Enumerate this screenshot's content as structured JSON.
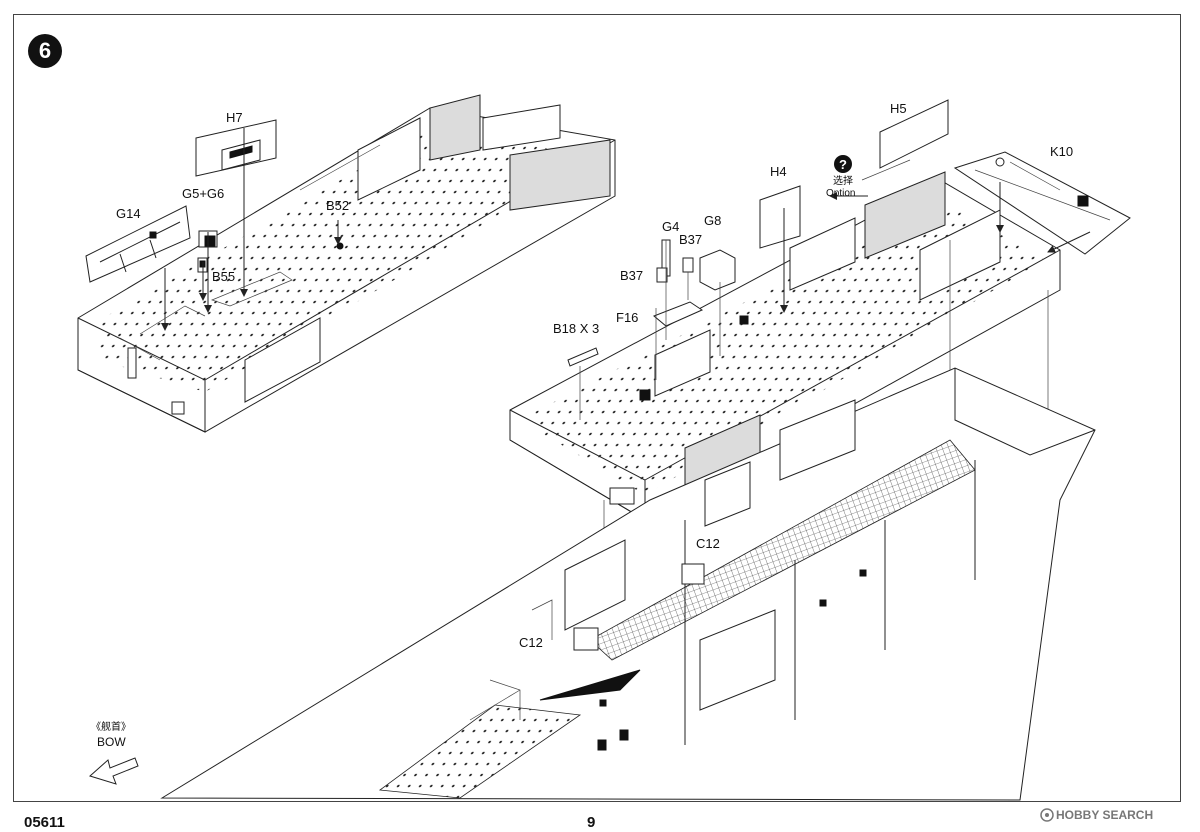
{
  "step_number": "6",
  "parts": {
    "h7": "H7",
    "g5_g6": "G5+G6",
    "g14": "G14",
    "b52": "B52",
    "b55": "B55",
    "h5": "H5",
    "k10": "K10",
    "h4": "H4",
    "g4": "G4",
    "g8": "G8",
    "b37_top": "B37",
    "b37_left": "B37",
    "f16": "F16",
    "b18": "B18 X 3",
    "c12_upper": "C12",
    "c12_lower": "C12"
  },
  "option": {
    "icon": "question-circle-icon",
    "label_cn": "选择",
    "label_en": "Option"
  },
  "bow": {
    "label_cn": "《舰首》",
    "label_en": "BOW",
    "icon": "outline-arrow-left-icon"
  },
  "footer": {
    "kit_number": "05611",
    "page_number": "9"
  },
  "watermark": {
    "icon": "hobbysearch-logo-icon",
    "text": "HOBBY SEARCH"
  }
}
